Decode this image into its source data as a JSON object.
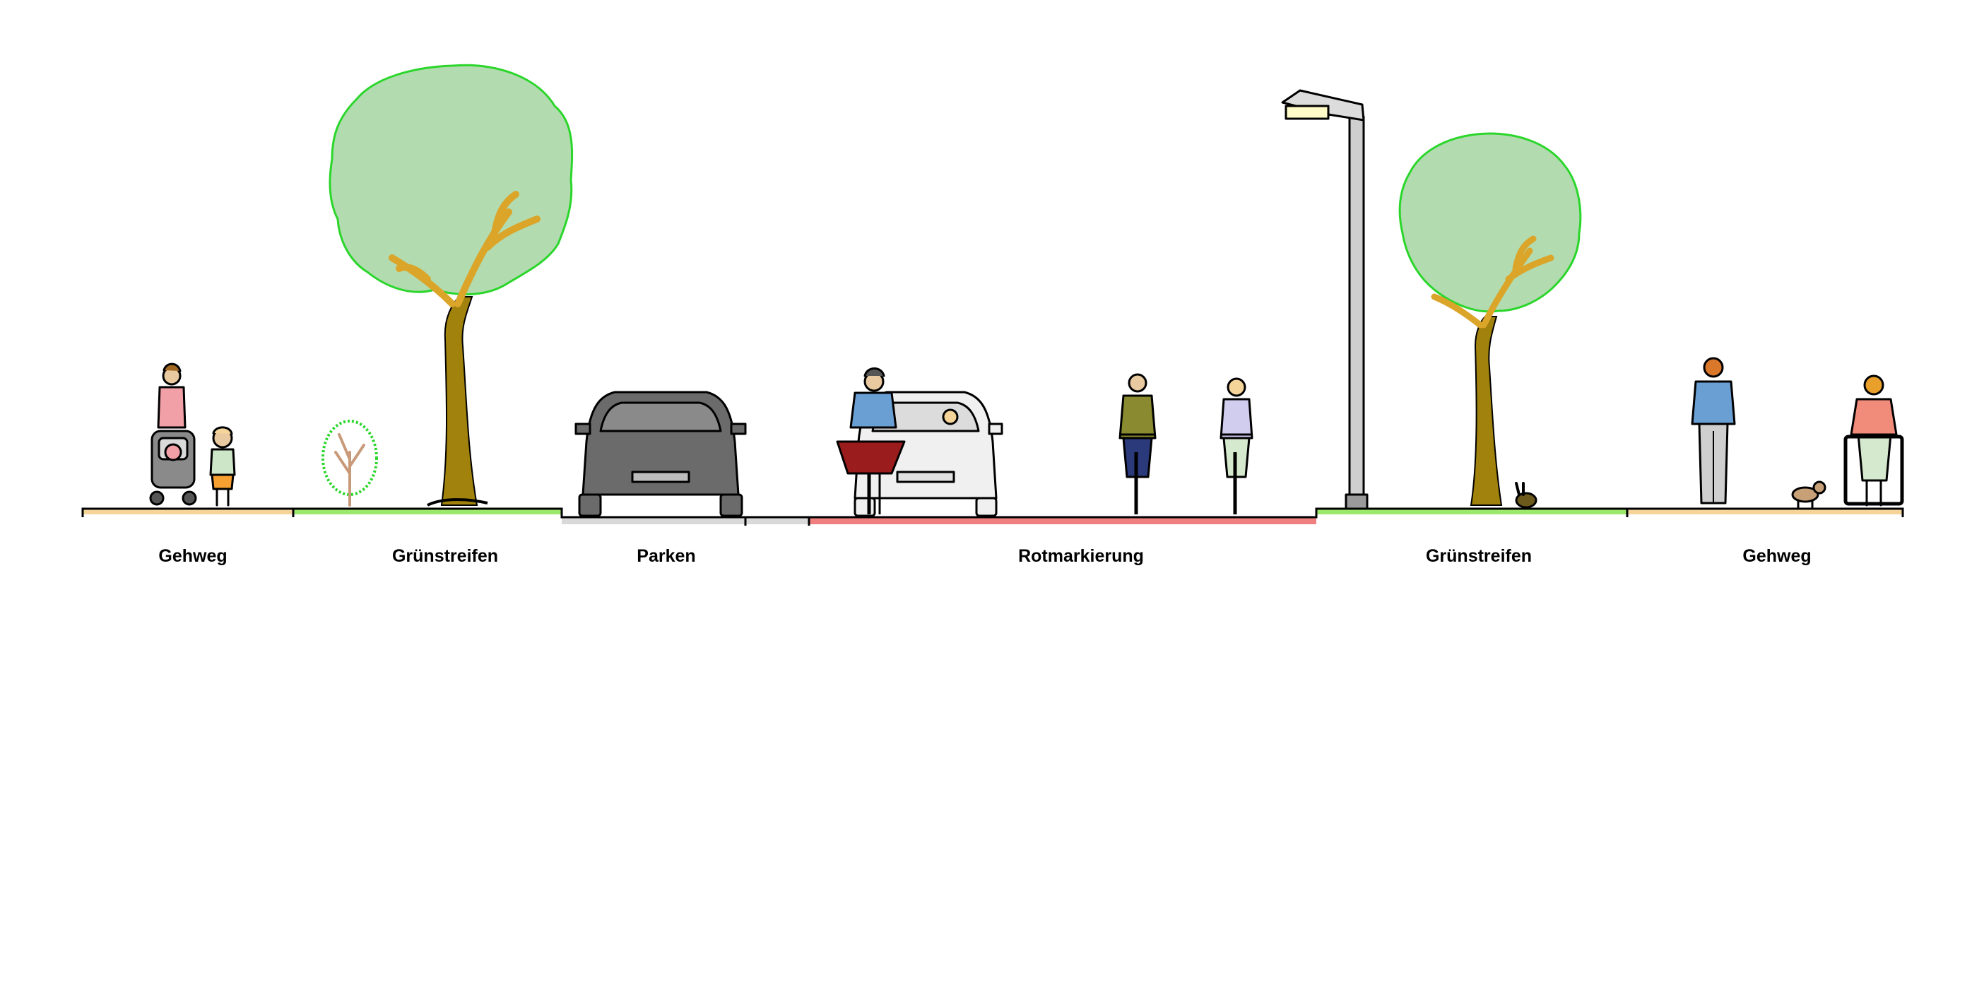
{
  "segments": [
    {
      "id": "gehweg-left",
      "label": "Gehweg",
      "color": "#f5d49a"
    },
    {
      "id": "gruenstreifen-left",
      "label": "Grünstreifen",
      "color": "#9be86a"
    },
    {
      "id": "parken",
      "label": "Parken",
      "color": "#d9d9d9"
    },
    {
      "id": "gap",
      "label": "",
      "color": "#d9d9d9"
    },
    {
      "id": "rotmarkierung",
      "label": "Rotmarkierung",
      "color": "#f08080"
    },
    {
      "id": "gruenstreifen-right",
      "label": "Grünstreifen",
      "color": "#9be86a"
    },
    {
      "id": "gehweg-right",
      "label": "Gehweg",
      "color": "#f5d49a"
    }
  ],
  "colors": {
    "foliage_fill": "#b2dcb0",
    "foliage_stroke": "#2bd62b",
    "trunk": "#a0820c",
    "branch": "#dba52a",
    "car_dark": "#6b6b6b",
    "car_light": "#f0f0f0",
    "cargo_box": "#9b1c1c",
    "lamp_pole": "#cfcfcf"
  },
  "icons": [
    "tree",
    "shrub",
    "street-lamp",
    "parked-car",
    "car",
    "cargo-bike",
    "cyclist",
    "pedestrian",
    "stroller",
    "child",
    "dog",
    "rabbit",
    "walker"
  ]
}
